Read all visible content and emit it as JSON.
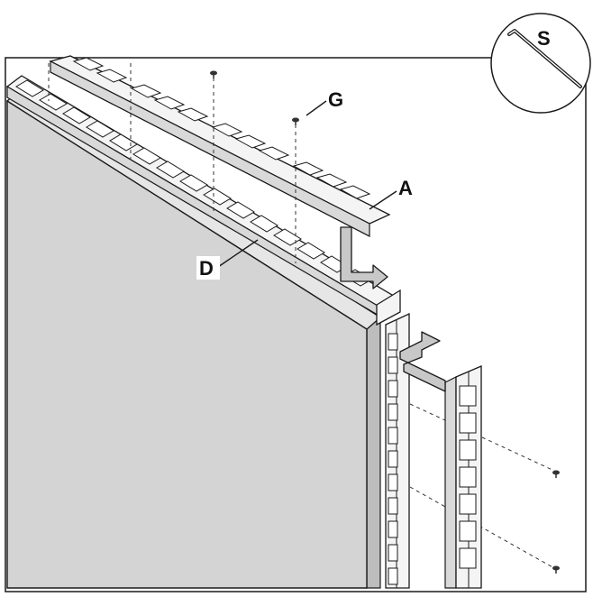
{
  "labels": {
    "s": "S",
    "g": "G",
    "a": "A",
    "d": "D"
  },
  "colors": {
    "panel_face": "#d4d4d4",
    "panel_edge": "#bdbdbd",
    "arrow_fill": "#c8c8c8",
    "line": "#1a1a1a",
    "background": "#ffffff"
  },
  "icons": {
    "tool": "hex-key-icon",
    "fastener": "screw-icon"
  }
}
